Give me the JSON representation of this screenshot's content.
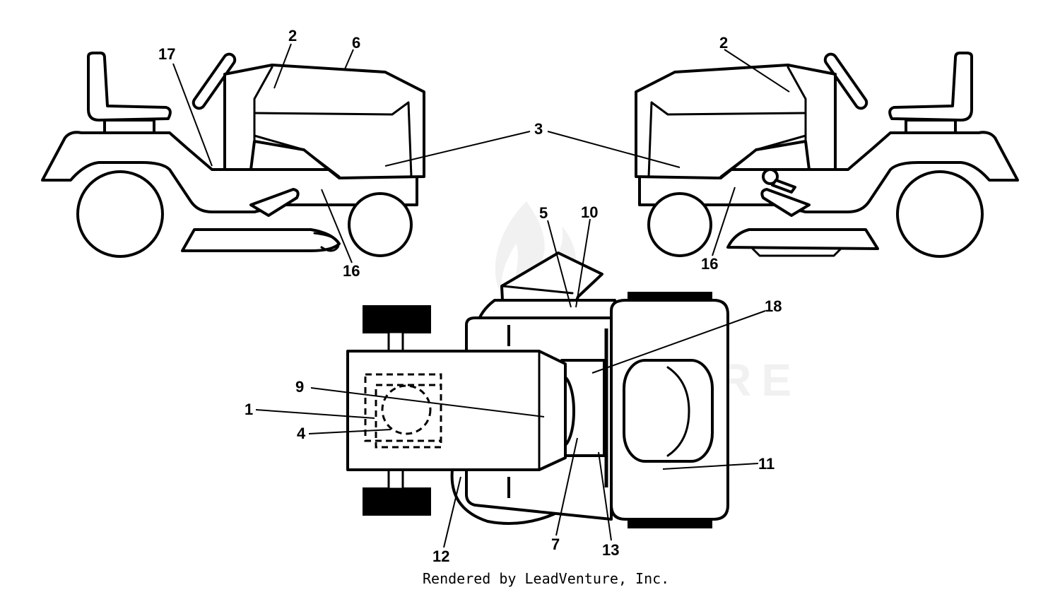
{
  "diagram": {
    "callouts": {
      "c17": "17",
      "c2_left": "2",
      "c6": "6",
      "c2_right": "2",
      "c3": "3",
      "c16_left": "16",
      "c16_right": "16",
      "c5": "5",
      "c10": "10",
      "c18": "18",
      "c9": "9",
      "c1": "1",
      "c4": "4",
      "c11": "11",
      "c12": "12",
      "c7": "7",
      "c13": "13"
    },
    "watermark": "LEADVENTURE",
    "credit": "Rendered by LeadVenture, Inc."
  },
  "colors": {
    "ink": "#000000",
    "paper": "#ffffff",
    "watermark": "#e6e6e6"
  }
}
